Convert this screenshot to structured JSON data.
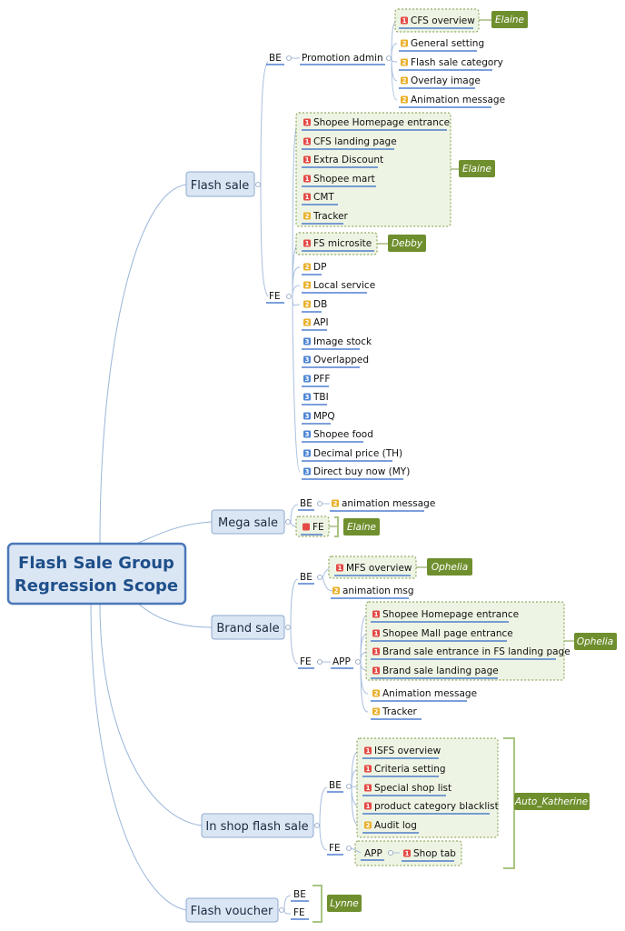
{
  "root": {
    "line1": "Flash Sale Group",
    "line2": "Regression Scope"
  },
  "colors": {
    "p1": "#e34a45",
    "p2": "#e9b02d",
    "p3": "#4f86d6",
    "owner": "#6f8f2e"
  },
  "branches": [
    {
      "label": "Flash sale"
    },
    {
      "label": "Mega sale"
    },
    {
      "label": "Brand sale"
    },
    {
      "label": "In shop flash sale"
    },
    {
      "label": "Flash voucher"
    }
  ],
  "nodes": {
    "be": "BE",
    "fe": "FE",
    "app": "APP",
    "promotion_admin": "Promotion admin"
  },
  "flash_sale": {
    "be_items": [
      {
        "label": "CFS overview",
        "priority": "1"
      },
      {
        "label": "General setting",
        "priority": "2"
      },
      {
        "label": "Flash sale category",
        "priority": "2"
      },
      {
        "label": "Overlay image",
        "priority": "2"
      },
      {
        "label": "Animation message",
        "priority": "2"
      }
    ],
    "fe_items": [
      {
        "label": "Shopee Homepage entrance",
        "priority": "1"
      },
      {
        "label": "CFS landing page",
        "priority": "1"
      },
      {
        "label": "Extra Discount",
        "priority": "1"
      },
      {
        "label": "Shopee mart",
        "priority": "1"
      },
      {
        "label": "CMT",
        "priority": "1"
      },
      {
        "label": "Tracker",
        "priority": "2"
      },
      {
        "label": "FS microsite",
        "priority": "1"
      },
      {
        "label": "DP",
        "priority": "2"
      },
      {
        "label": "Local service",
        "priority": "2"
      },
      {
        "label": "DB",
        "priority": "2"
      },
      {
        "label": "API",
        "priority": "2"
      },
      {
        "label": "Image stock",
        "priority": "3"
      },
      {
        "label": "Overlapped",
        "priority": "3"
      },
      {
        "label": "PFF",
        "priority": "3"
      },
      {
        "label": "TBI",
        "priority": "3"
      },
      {
        "label": "MPQ",
        "priority": "3"
      },
      {
        "label": "Shopee food",
        "priority": "3"
      },
      {
        "label": "Decimal price (TH)",
        "priority": "3"
      },
      {
        "label": "Direct buy now (MY)",
        "priority": "3"
      }
    ]
  },
  "mega_sale": {
    "be_item": {
      "label": "animation message",
      "priority": "2"
    }
  },
  "brand_sale": {
    "be_items": [
      {
        "label": "MFS overview",
        "priority": "1"
      },
      {
        "label": "animation msg",
        "priority": "2"
      }
    ],
    "app_items": [
      {
        "label": "Shopee Homepage entrance",
        "priority": "1"
      },
      {
        "label": "Shopee Mall page entrance",
        "priority": "1"
      },
      {
        "label": "Brand sale entrance in FS landing page",
        "priority": "1"
      },
      {
        "label": "Brand sale landing page",
        "priority": "1"
      },
      {
        "label": "Animation message",
        "priority": "2"
      },
      {
        "label": "Tracker",
        "priority": "2"
      }
    ]
  },
  "in_shop": {
    "be_items": [
      {
        "label": "ISFS overview",
        "priority": "1"
      },
      {
        "label": "Criteria setting",
        "priority": "1"
      },
      {
        "label": "Special shop list",
        "priority": "1"
      },
      {
        "label": "product category blacklist",
        "priority": "1"
      },
      {
        "label": "Audit log",
        "priority": "2"
      }
    ],
    "fe_app_item": {
      "label": "Shop tab",
      "priority": "1"
    }
  },
  "owners": {
    "elaine": "Elaine",
    "debby": "Debby",
    "ophelia": "Ophelia",
    "katherine": "Auto_Katherine",
    "lynne": "Lynne"
  }
}
